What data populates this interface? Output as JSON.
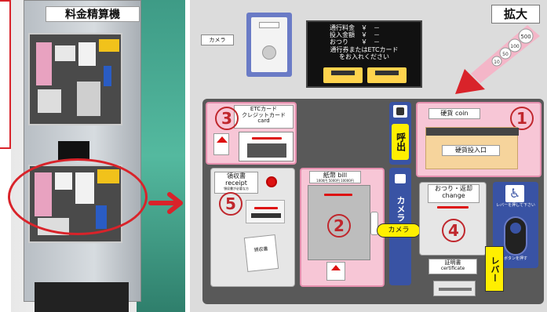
{
  "photo": {
    "title": "料金精算機"
  },
  "header": {
    "zoom_label": "拡大"
  },
  "machine": {
    "camera_top": "カメラ",
    "display_lines": [
      "通行料金　￥　－",
      "投入金額　￥　－",
      "おつり　　￥　－",
      "通行券またはETCカード",
      "をお入れください"
    ],
    "coin_values": [
      "500",
      "100",
      "50",
      "10"
    ],
    "etc_slot": {
      "title_line1": "ETCカード",
      "title_line2": "クレジットカード",
      "title_line3": "card",
      "number": "3"
    },
    "call_button": "呼出",
    "coin_slot": {
      "title": "硬貨 coin",
      "inlet_label": "硬貨投入口",
      "number": "1"
    },
    "receipt": {
      "title": "領収書",
      "subtitle": "receipt",
      "small": "領収書が必要な方",
      "number": "5",
      "paper_label": "領収書"
    },
    "bill": {
      "title": "紙幣 bill",
      "small": "1000円 5000円 10000円",
      "number": "2"
    },
    "camera_side": "カメラ",
    "camera_bubble": "カメラ",
    "change": {
      "title": "おつり・返却",
      "subtitle": "change",
      "number": "4"
    },
    "certificate": {
      "title": "証明書",
      "subtitle": "certificate"
    },
    "lever": "レバー",
    "accessibility_note": "レバーを押して下さい",
    "accessibility_small": "ボタンを押す"
  },
  "colors": {
    "pink": "#f7c6d6",
    "pink_dark": "#e58fae",
    "panel_gray": "#595959",
    "blue": "#3953a4",
    "yellow": "#ffef00",
    "red": "#d9232a"
  }
}
